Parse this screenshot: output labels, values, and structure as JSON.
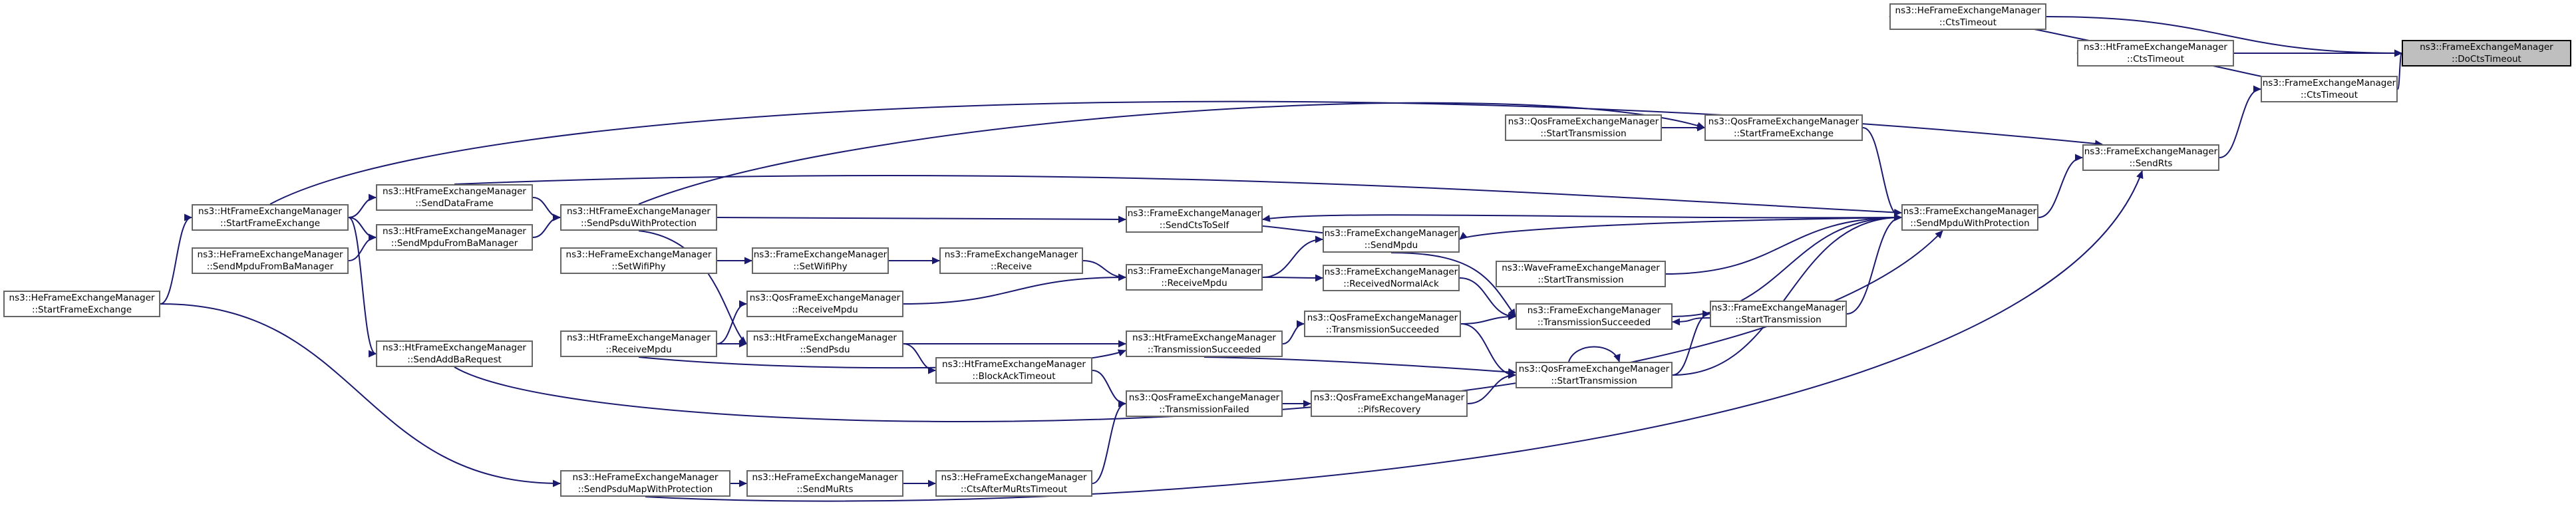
{
  "graph": {
    "edge_color": "#191970",
    "node_border_color": "#666666",
    "highlight_fill": "#bfbfbf",
    "nodes": [
      {
        "id": "DoCtsTimeout",
        "l1": "ns3::FrameExchangeManager",
        "l2": "::DoCtsTimeout",
        "current": true
      },
      {
        "id": "HeCtsTimeout",
        "l1": "ns3::HeFrameExchangeManager",
        "l2": "::CtsTimeout"
      },
      {
        "id": "HtCtsTimeout",
        "l1": "ns3::HtFrameExchangeManager",
        "l2": "::CtsTimeout"
      },
      {
        "id": "FemCtsTimeout",
        "l1": "ns3::FrameExchangeManager",
        "l2": "::CtsTimeout"
      },
      {
        "id": "SendRts",
        "l1": "ns3::FrameExchangeManager",
        "l2": "::SendRts"
      },
      {
        "id": "SendMpduWithProtection",
        "l1": "ns3::FrameExchangeManager",
        "l2": "::SendMpduWithProtection"
      },
      {
        "id": "QosStartFrameExchange",
        "l1": "ns3::QosFrameExchangeManager",
        "l2": "::StartFrameExchange"
      },
      {
        "id": "QosStartTransmissionA",
        "l1": "ns3::QosFrameExchangeManager",
        "l2": "::StartTransmission"
      },
      {
        "id": "SendCtsToSelf",
        "l1": "ns3::FrameExchangeManager",
        "l2": "::SendCtsToSelf"
      },
      {
        "id": "SendMpdu",
        "l1": "ns3::FrameExchangeManager",
        "l2": "::SendMpdu"
      },
      {
        "id": "WaveStartTransmission",
        "l1": "ns3::WaveFrameExchangeManager",
        "l2": "::StartTransmission"
      },
      {
        "id": "FemStartTransmission",
        "l1": "ns3::FrameExchangeManager",
        "l2": "::StartTransmission"
      },
      {
        "id": "ReceivedNormalAck",
        "l1": "ns3::FrameExchangeManager",
        "l2": "::ReceivedNormalAck"
      },
      {
        "id": "FemTransmissionSucceeded",
        "l1": "ns3::FrameExchangeManager",
        "l2": "::TransmissionSucceeded"
      },
      {
        "id": "QosTransmissionSucceeded",
        "l1": "ns3::QosFrameExchangeManager",
        "l2": "::TransmissionSucceeded"
      },
      {
        "id": "QosStartTransmissionB",
        "l1": "ns3::QosFrameExchangeManager",
        "l2": "::StartTransmission"
      },
      {
        "id": "FemReceiveMpdu",
        "l1": "ns3::FrameExchangeManager",
        "l2": "::ReceiveMpdu"
      },
      {
        "id": "FemReceive",
        "l1": "ns3::FrameExchangeManager",
        "l2": "::Receive"
      },
      {
        "id": "SetWifiPhy",
        "l1": "ns3::FrameExchangeManager",
        "l2": "::SetWifiPhy"
      },
      {
        "id": "HeSetWifiPhy",
        "l1": "ns3::HeFrameExchangeManager",
        "l2": "::SetWifiPhy"
      },
      {
        "id": "QosReceiveMpdu",
        "l1": "ns3::QosFrameExchangeManager",
        "l2": "::ReceiveMpdu"
      },
      {
        "id": "HtTransmissionSucceeded",
        "l1": "ns3::HtFrameExchangeManager",
        "l2": "::TransmissionSucceeded"
      },
      {
        "id": "QosPifsRecovery",
        "l1": "ns3::QosFrameExchangeManager",
        "l2": "::PifsRecovery"
      },
      {
        "id": "QosTransmissionFailed",
        "l1": "ns3::QosFrameExchangeManager",
        "l2": "::TransmissionFailed"
      },
      {
        "id": "BlockAckTimeout",
        "l1": "ns3::HtFrameExchangeManager",
        "l2": "::BlockAckTimeout"
      },
      {
        "id": "HtSendPsdu",
        "l1": "ns3::HtFrameExchangeManager",
        "l2": "::SendPsdu"
      },
      {
        "id": "HtReceiveMpdu",
        "l1": "ns3::HtFrameExchangeManager",
        "l2": "::ReceiveMpdu"
      },
      {
        "id": "SendPsduWithProtection",
        "l1": "ns3::HtFrameExchangeManager",
        "l2": "::SendPsduWithProtection"
      },
      {
        "id": "SendDataFrame",
        "l1": "ns3::HtFrameExchangeManager",
        "l2": "::SendDataFrame"
      },
      {
        "id": "HtSendMpduFromBaManager",
        "l1": "ns3::HtFrameExchangeManager",
        "l2": "::SendMpduFromBaManager"
      },
      {
        "id": "HeSendMpduFromBaManager",
        "l1": "ns3::HeFrameExchangeManager",
        "l2": "::SendMpduFromBaManager"
      },
      {
        "id": "HtStartFrameExchange",
        "l1": "ns3::HtFrameExchangeManager",
        "l2": "::StartFrameExchange"
      },
      {
        "id": "HeStartFrameExchange",
        "l1": "ns3::HeFrameExchangeManager",
        "l2": "::StartFrameExchange"
      },
      {
        "id": "SendAddBaRequest",
        "l1": "ns3::HtFrameExchangeManager",
        "l2": "::SendAddBaRequest"
      },
      {
        "id": "SendPsduMapWithProtection",
        "l1": "ns3::HeFrameExchangeManager",
        "l2": "::SendPsduMapWithProtection"
      },
      {
        "id": "SendMuRts",
        "l1": "ns3::HeFrameExchangeManager",
        "l2": "::SendMuRts"
      },
      {
        "id": "CtsAfterMuRtsTimeout",
        "l1": "ns3::HeFrameExchangeManager",
        "l2": "::CtsAfterMuRtsTimeout"
      }
    ]
  }
}
